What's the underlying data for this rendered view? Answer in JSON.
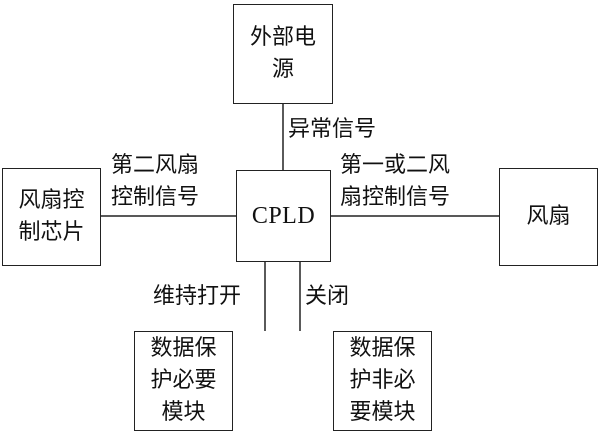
{
  "nodes": {
    "external_power": "外部电\n源",
    "cpld": "CPLD",
    "fan_control_chip": "风扇控\n制芯片",
    "fan": "风扇",
    "critical_module": "数据保\n护必要\n模块",
    "noncritical_module": "数据保\n护非必\n要模块"
  },
  "edges": {
    "abnormal_signal": "异常信号",
    "second_fan_control": "第二风扇\n控制信号",
    "first_or_second_fan_control": "第一或二风\n扇控制信号",
    "keep_open": "维持打开",
    "close": "关闭"
  }
}
